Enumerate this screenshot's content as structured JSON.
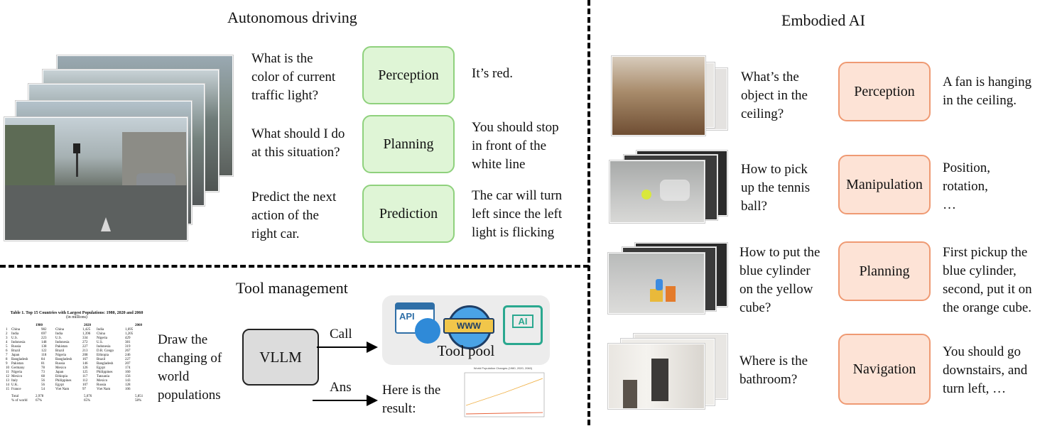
{
  "autonomous": {
    "title": "Autonomous driving",
    "rows": [
      {
        "question": [
          "What is the",
          "color of current",
          "traffic light?"
        ],
        "task": "Perception",
        "answer": [
          "It’s red."
        ]
      },
      {
        "question": [
          "What should I do",
          "at this situation?"
        ],
        "task": "Planning",
        "answer": [
          "You should stop",
          "in front of the",
          "white line"
        ]
      },
      {
        "question": [
          "Predict the next",
          "action of the",
          "right car."
        ],
        "task": "Prediction",
        "answer": [
          "The car will turn",
          "left since the left",
          "light is flicking"
        ]
      }
    ]
  },
  "embodied": {
    "title": "Embodied AI",
    "rows": [
      {
        "question": [
          "What’s the",
          "object in the",
          "ceiling?"
        ],
        "task": "Perception",
        "answer": [
          "A fan is hanging",
          "in the ceiling."
        ]
      },
      {
        "question": [
          "How to pick",
          "up the tennis",
          "ball?"
        ],
        "task": "Manipulation",
        "answer": [
          "Position,",
          "rotation,",
          "…"
        ]
      },
      {
        "question": [
          "How to put the",
          "blue cylinder",
          "on the yellow",
          "cube?"
        ],
        "task": "Planning",
        "answer": [
          "First pickup the",
          "blue cylinder,",
          "second, put it on",
          "the orange cube."
        ]
      },
      {
        "question": [
          "Where is the",
          "bathroom?"
        ],
        "task": "Navigation",
        "answer": [
          "You should go",
          "downstairs, and",
          "turn left, …"
        ]
      }
    ]
  },
  "tool": {
    "title": "Tool management",
    "instruction": [
      "Draw the",
      "changing of",
      "world",
      "populations"
    ],
    "vllm": "VLLM",
    "call": "Call",
    "ans": "Ans",
    "pool_label": "Tool pool",
    "api_label": "API",
    "www_label": "WWW",
    "ai_label": "AI",
    "result": [
      "Here is the",
      "result:"
    ],
    "table": {
      "title": "Table 1. Top 15 Countries with Largest Populations: 1980, 2020 and 2060",
      "subtitle": "(in millions)",
      "years": [
        "1980",
        "2020",
        "2060"
      ],
      "rows": [
        [
          "1",
          "China",
          "982",
          "China",
          "1,425",
          "India",
          "1,695"
        ],
        [
          "2",
          "India",
          "697",
          "India",
          "1,396",
          "China",
          "1,205"
        ],
        [
          "3",
          "U.S.",
          "223",
          "U.S.",
          "334",
          "Nigeria",
          "429"
        ],
        [
          "4",
          "Indonesia",
          "148",
          "Indonesia",
          "272",
          "U.S.",
          "381"
        ],
        [
          "5",
          "Russia",
          "138",
          "Pakistan",
          "227",
          "Indonesia",
          "319"
        ],
        [
          "6",
          "Brazil",
          "122",
          "Brazil",
          "213",
          "D.R. Congo",
          "267"
        ],
        [
          "7",
          "Japan",
          "118",
          "Nigeria",
          "208",
          "Ethiopia",
          "246"
        ],
        [
          "8",
          "Bangladesh",
          "84",
          "Bangladesh",
          "167",
          "Brazil",
          "227"
        ],
        [
          "9",
          "Pakistan",
          "81",
          "Russia",
          "146",
          "Bangladesh",
          "207"
        ],
        [
          "10",
          "Germany",
          "78",
          "Mexico",
          "126",
          "Egypt",
          "174"
        ],
        [
          "11",
          "Nigeria",
          "73",
          "Japan",
          "125",
          "Philippines",
          "160"
        ],
        [
          "12",
          "Mexico",
          "68",
          "Ethiopia",
          "117",
          "Tanzania",
          "156"
        ],
        [
          "13",
          "Italy",
          "56",
          "Philippines",
          "112",
          "Mexico",
          "143"
        ],
        [
          "14",
          "U.K.",
          "56",
          "Egypt",
          "107",
          "Russia",
          "128"
        ],
        [
          "15",
          "France",
          "54",
          "Viet Nam",
          "97",
          "Viet Nam",
          "106"
        ]
      ],
      "total": [
        "Total",
        "2,978",
        "5,076",
        "5,851"
      ],
      "pct": [
        "% of world",
        "67%",
        "65%",
        "58%"
      ]
    },
    "mini_chart_title": "World Population Changes (1980, 2020, 2060)"
  },
  "colors": {
    "green_fill": "#dff5d6",
    "green_border": "#8fd17d",
    "orange_fill": "#fde3d6",
    "orange_border": "#ef9a73"
  }
}
